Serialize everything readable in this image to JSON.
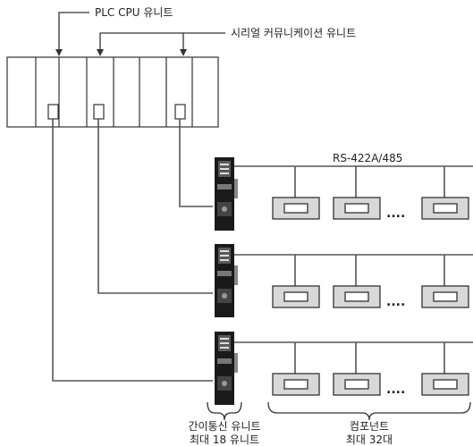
{
  "labels": {
    "plc_cpu_unit": "PLC CPU 유니트",
    "serial_comm_unit": "시리얼 커뮤니케이션 유니트",
    "bus": "RS-422A/485",
    "ellipsis": "....",
    "simple_comm_line1": "간이통신 유니트",
    "simple_comm_line2": "최대 18 유니트",
    "components_line1": "컴포넌트",
    "components_line2": "최대 32대"
  },
  "colors": {
    "stroke": "#333333",
    "line": "#555555",
    "module_body": "#1a1a1a",
    "panel_fill": "#d8d8d8",
    "screen_fill": "#ffffff"
  }
}
